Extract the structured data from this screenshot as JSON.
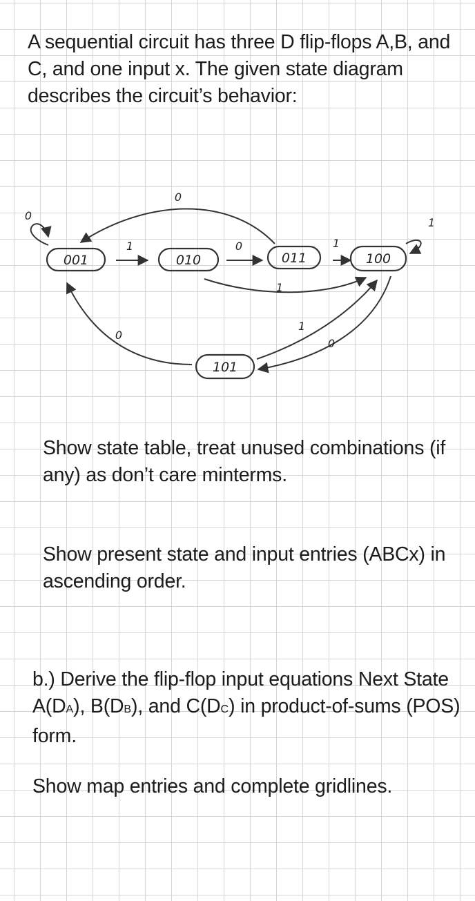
{
  "intro": "A sequential circuit has three D flip-flops A,B, and C, and one input x. The given state diagram describes the circuit’s behavior:",
  "diagram": {
    "states": {
      "s001": "001",
      "s010": "010",
      "s011": "011",
      "s100": "100",
      "s101": "101"
    },
    "edges": {
      "self_001": "0",
      "e001_010": "1",
      "e010_011": "0",
      "e011_100": "1",
      "self_100": "1",
      "e011_001": "0",
      "e010_100": "1",
      "e101_001": "0",
      "e101_100": "1",
      "e100_101": "0"
    }
  },
  "instructions": {
    "state_table": "Show state table, treat unused combinations (if any) as don’t care minterms.",
    "order": "Show present state and input entries (ABCx) in ascending order.",
    "part_b": {
      "lead": "b.) Derive the flip-flop input equations Next State A(D",
      "sub_a": "A",
      "mid1": "), B(D",
      "sub_b": "B",
      "mid2": "), and C(D",
      "sub_c": "C",
      "tail": ") in product-of-sums (POS) form."
    },
    "maps": "Show map entries and complete gridlines."
  }
}
